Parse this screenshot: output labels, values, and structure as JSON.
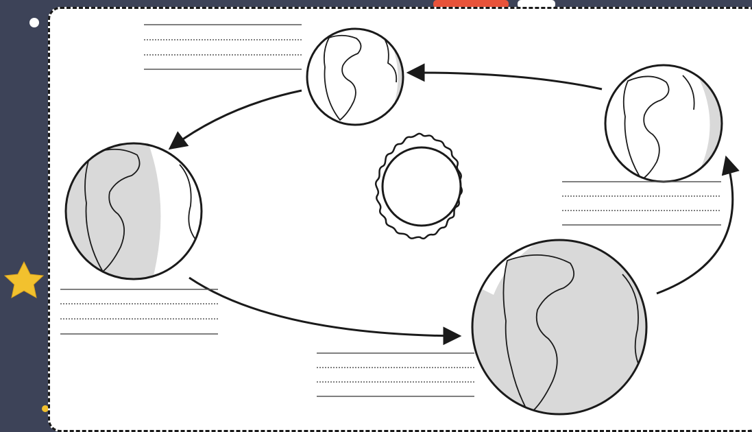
{
  "diagram": {
    "kind": "earth-orbit-seasons-worksheet",
    "center_object": "sun",
    "orbit_objects": [
      "earth",
      "earth",
      "earth",
      "earth"
    ],
    "label_blanks": 4,
    "lines_per_blank": 4,
    "colors": {
      "background": "#3d4358",
      "card": "#ffffff",
      "outline": "#1a1a1a",
      "earth_shadow": "#d9d9d9",
      "star": "#f2c12e",
      "top_badge": "#e8533a"
    }
  },
  "icons": [
    "sun-icon",
    "earth-icon",
    "star-icon",
    "arrow-icon"
  ]
}
